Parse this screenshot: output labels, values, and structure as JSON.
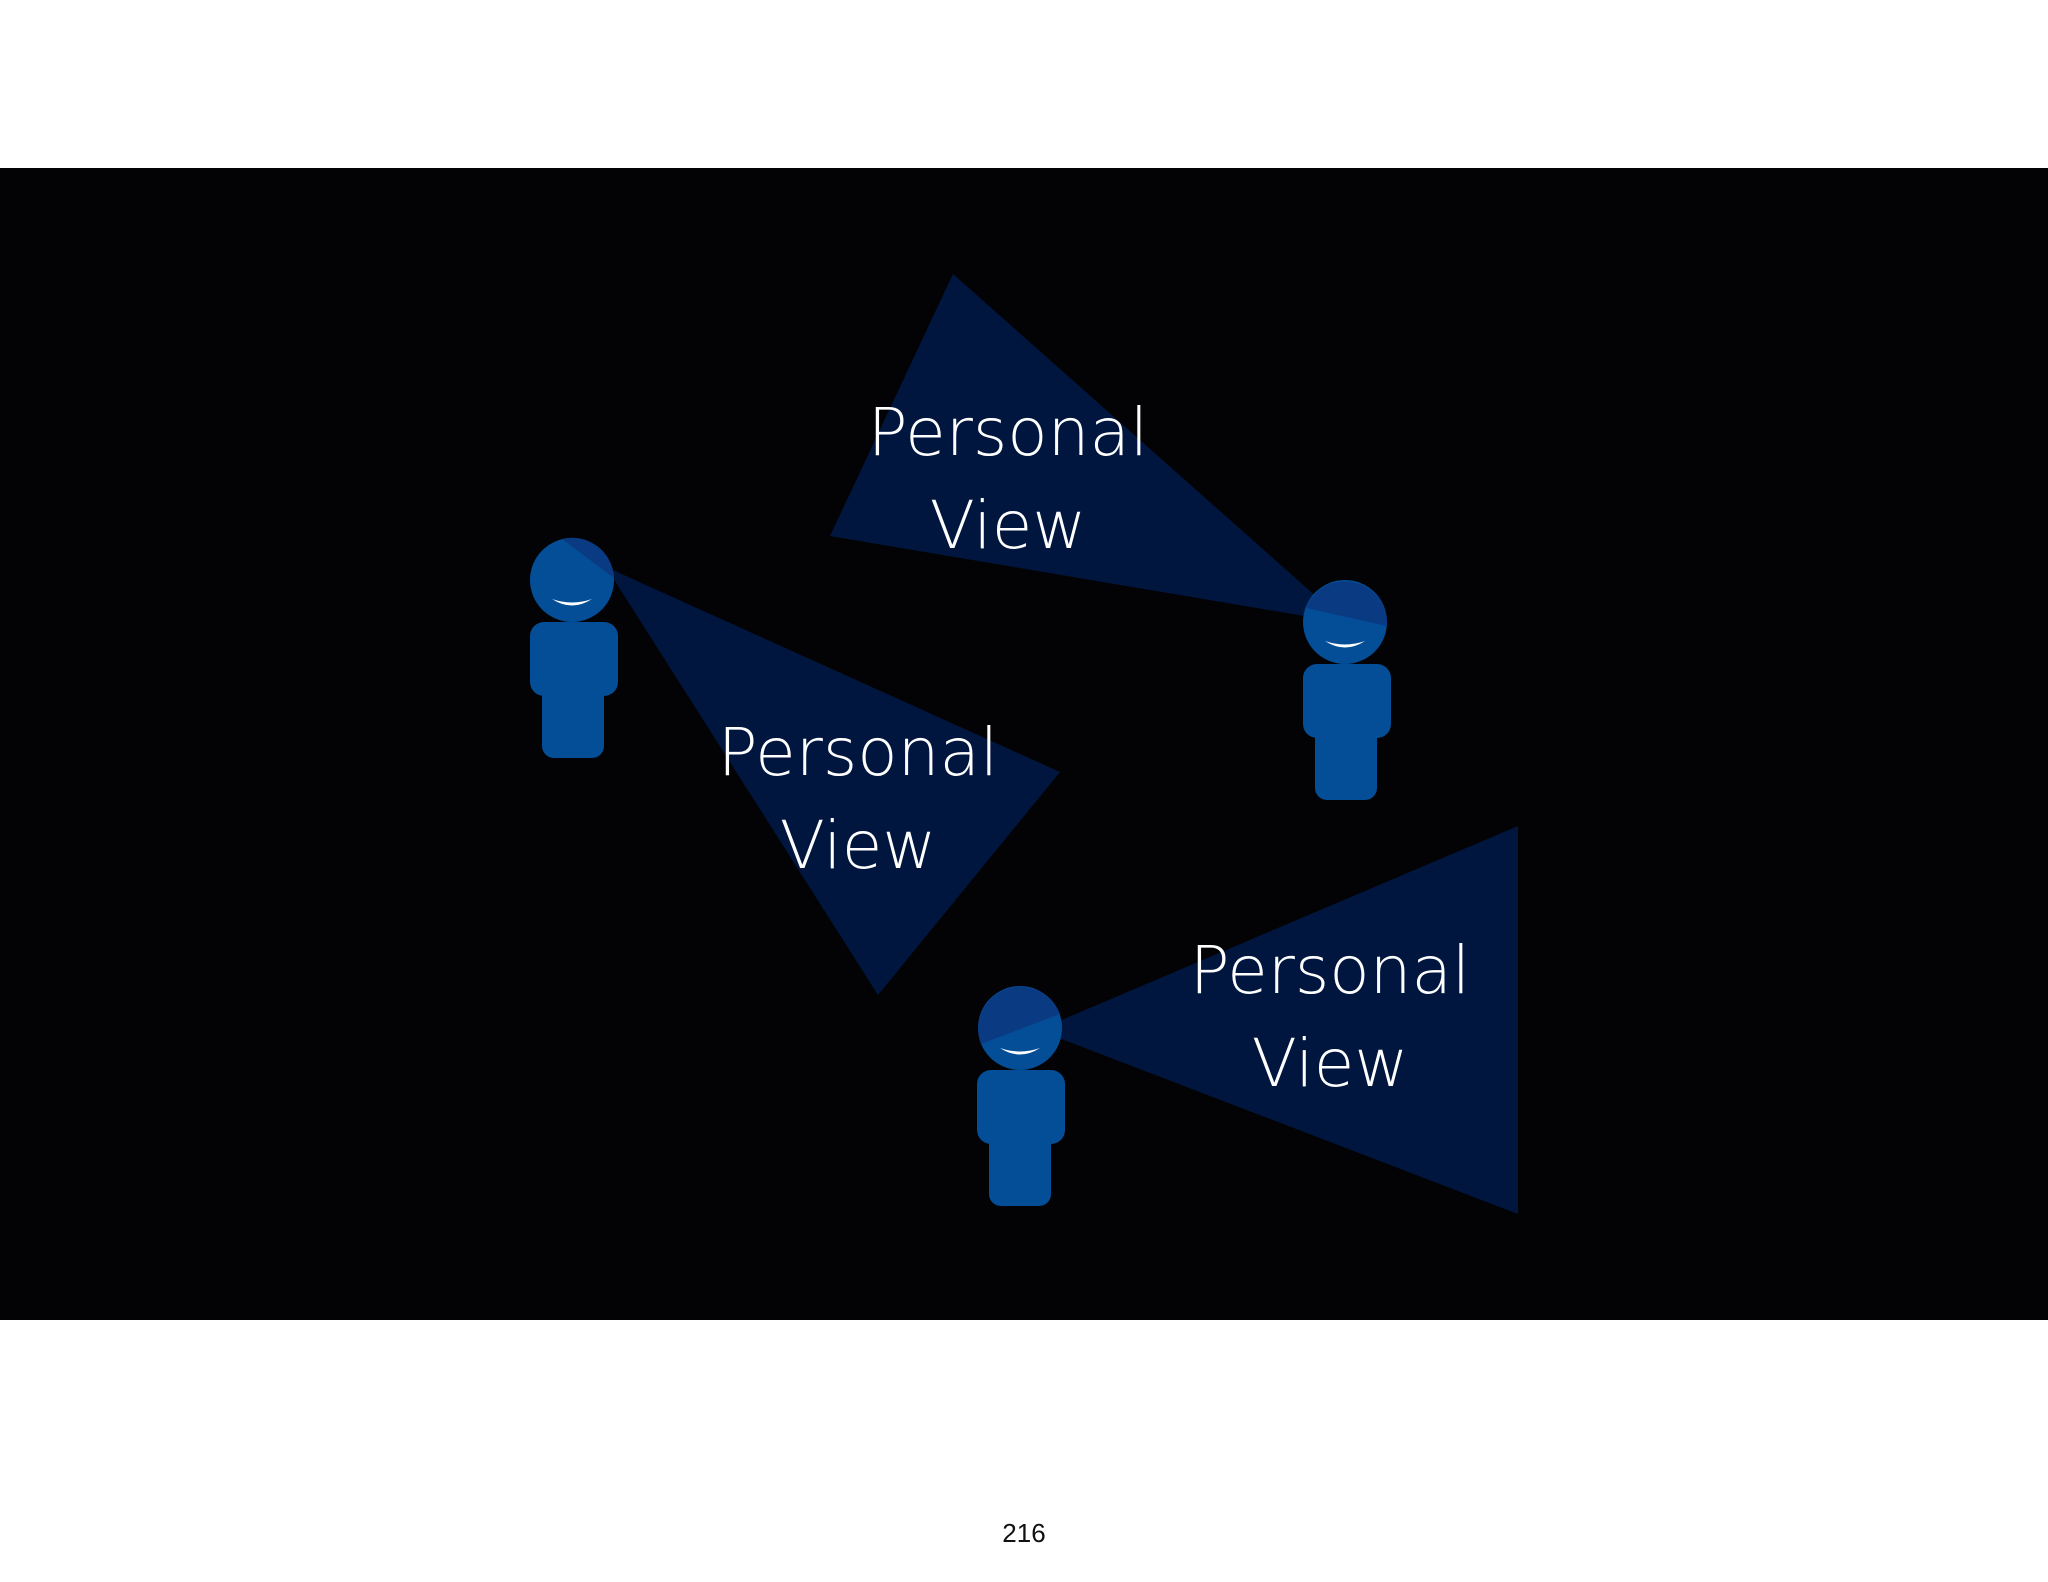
{
  "slide": {
    "background": "#030305",
    "colors": {
      "cone": "#00163F",
      "person": "#034E97",
      "head_shade": "#0A3A82",
      "smile": "#ffffff"
    },
    "views": [
      {
        "line1": "Personal",
        "line2": "View"
      },
      {
        "line1": "Personal",
        "line2": "View"
      },
      {
        "line1": "Personal",
        "line2": "View"
      }
    ]
  },
  "page_number": "216"
}
